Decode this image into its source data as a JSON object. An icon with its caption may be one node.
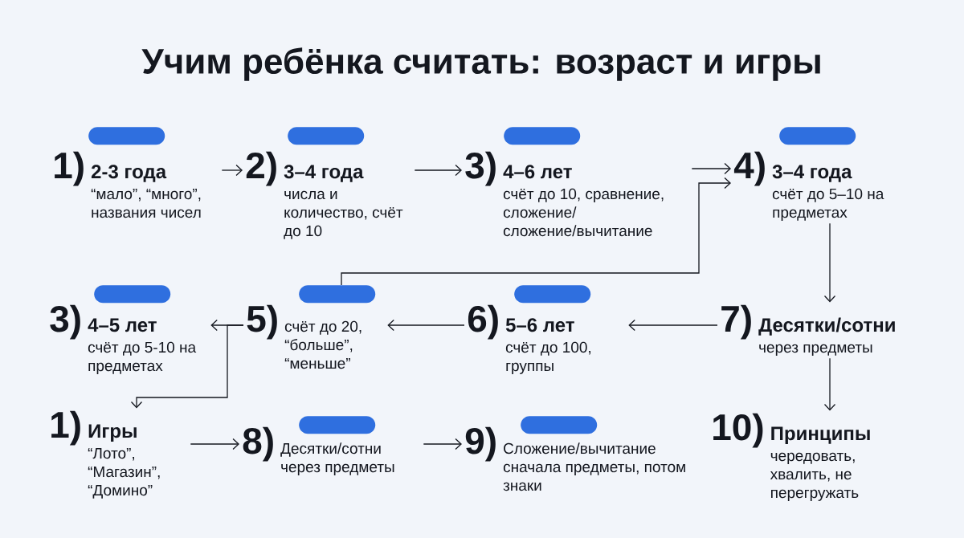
{
  "diagram": {
    "title": "Учим ребёнка считать: возраст и игры",
    "nodes": [
      {
        "text": [
          "1)",
          "2-3 года",
          "“мало”, “много”, названия чисел"
        ]
      },
      {
        "text": [],
        "shape": "bar"
      },
      {
        "text": [
          "2)",
          "3–4 года",
          "числа и количество, счёт до 10"
        ]
      },
      {
        "text": [],
        "shape": "bar"
      },
      {
        "text": [
          "3)",
          "4–6 лет",
          "счёт до 10, сравнение, сложение/ сложение/вычитание"
        ]
      },
      {
        "text": [],
        "shape": "bar"
      },
      {
        "text": [
          "4)",
          "3–4 года",
          "счёт до 5–10 на предметах"
        ]
      },
      {
        "text": [],
        "shape": "bar"
      },
      {
        "text": [
          "3)",
          "4–5 лет",
          "счёт до 5-10 на предметах"
        ]
      },
      {
        "text": [],
        "shape": "bar"
      },
      {
        "text": [
          "5)",
          "счёт до 20, “больше”, “меньше”"
        ]
      },
      {
        "text": [],
        "shape": "bar"
      },
      {
        "text": [
          "6)",
          "5–6 лет",
          "счёт до 100, группы"
        ]
      },
      {
        "text": [],
        "shape": "bar"
      },
      {
        "text": [
          "7)",
          "Десятки/сотни",
          "через предметы"
        ]
      },
      {
        "text": [
          "1)",
          "Игры",
          "“Лото”, “Магазин”, “Домино”"
        ]
      },
      {
        "text": [
          "8)",
          "Десятки/сотни через предметы"
        ]
      },
      {
        "text": [],
        "shape": "bar"
      },
      {
        "text": [
          "9)",
          "Сложение/вычитание сначала предметы, потом знаки"
        ]
      },
      {
        "text": [],
        "shape": "bar"
      },
      {
        "text": [
          "10)",
          "Принципы",
          "чередовать, хвалить, не перегружать"
        ]
      }
    ],
    "edges": [
      {
        "from": 0,
        "to": 2,
        "arrow": "to"
      },
      {
        "from": 2,
        "to": 4,
        "arrow": "to"
      },
      {
        "from": 4,
        "to": 6,
        "arrow": "to"
      },
      {
        "from": 11,
        "to": 6,
        "arrow": "to"
      },
      {
        "from": 6,
        "to": 14,
        "arrow": "to"
      },
      {
        "from": 14,
        "to": 12,
        "arrow": "to"
      },
      {
        "from": 12,
        "to": 10,
        "arrow": "to"
      },
      {
        "from": 10,
        "to": 8,
        "arrow": "to"
      },
      {
        "from": 10,
        "to": 15,
        "arrow": "to"
      },
      {
        "from": 15,
        "to": 16,
        "arrow": "to"
      },
      {
        "from": 16,
        "to": 18,
        "arrow": "to"
      },
      {
        "from": 14,
        "to": 20,
        "arrow": "to"
      }
    ]
  }
}
